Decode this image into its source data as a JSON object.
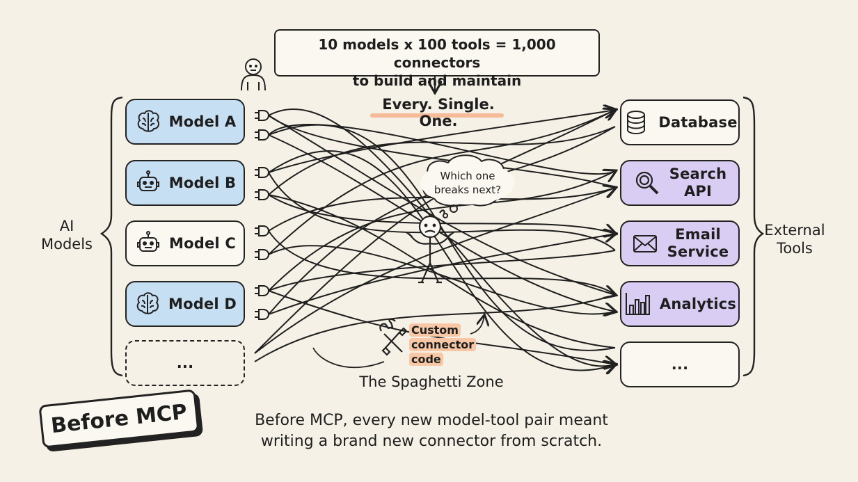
{
  "caption": {
    "line1": "10 models x 100 tools = 1,000 connectors",
    "line2": "to build and maintain",
    "emphasis": "Every. Single. One."
  },
  "left_group": {
    "line1": "AI",
    "line2": "Models"
  },
  "right_group": {
    "line1": "External",
    "line2": "Tools"
  },
  "models": [
    {
      "label": "Model A",
      "icon": "brain-icon",
      "fill": "#c6dff2"
    },
    {
      "label": "Model B",
      "icon": "robot-icon",
      "fill": "#c6dff2"
    },
    {
      "label": "Model C",
      "icon": "robot-icon",
      "fill": "#fbf8f1"
    },
    {
      "label": "Model D",
      "icon": "brain-icon",
      "fill": "#c6dff2"
    },
    {
      "label": "...",
      "icon": "",
      "fill": "transparent"
    }
  ],
  "tools": [
    {
      "label": "Database",
      "icon": "database-icon",
      "fill": "#fbf8f1"
    },
    {
      "label_line1": "Search",
      "label_line2": "API",
      "icon": "magnifier-icon",
      "fill": "#dacdf3"
    },
    {
      "label_line1": "Email",
      "label_line2": "Service",
      "icon": "envelope-icon",
      "fill": "#dacdf3"
    },
    {
      "label": "Analytics",
      "icon": "bar-chart-icon",
      "fill": "#dacdf3"
    },
    {
      "label": "...",
      "icon": "",
      "fill": "#fbf8f1"
    }
  ],
  "thought": {
    "line1": "Which one",
    "line2": "breaks next?"
  },
  "custom": {
    "line1": "Custom",
    "line2": "connector",
    "line3": "code"
  },
  "zone_label": "The Spaghetti Zone",
  "badge": "Before MCP",
  "footer": {
    "line1": "Before MCP, every new model-tool pair meant",
    "line2": "writing a brand new connector from scratch."
  },
  "colors": {
    "model_blue": "#c6dff2",
    "tool_purple": "#dacdf3",
    "highlight": "#f5b48e",
    "ink": "#222222"
  }
}
